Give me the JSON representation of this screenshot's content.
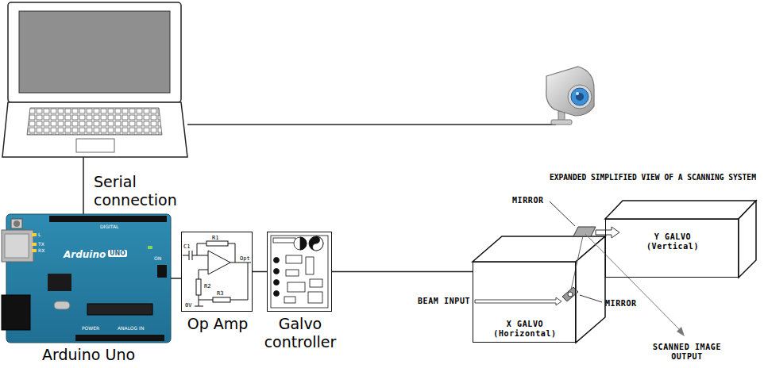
{
  "diagram": {
    "nodes": [
      {
        "text": [
          "Arduino Uno",
          "Arduino",
          "UNO",
          "DIGITAL",
          "POWER",
          "ANALOG IN",
          "TX",
          "RX",
          "L",
          "ON"
        ]
      },
      {
        "text": [
          "Op Amp",
          "R1",
          "C1",
          "R2",
          "R3",
          "Opt",
          "0V"
        ]
      },
      {
        "text": [
          "Galvo controller"
        ]
      },
      {
        "text": [
          "Y GALVO (Vertical)"
        ]
      },
      {
        "text": [
          "X GALVO (Horizontal)"
        ]
      }
    ],
    "edges": [
      {
        "from": 0,
        "to": 1,
        "arrow": "none"
      },
      {
        "from": 1,
        "to": 2,
        "arrow": "none"
      },
      {
        "from": 2,
        "to": 4,
        "arrow": "none"
      }
    ],
    "labels": [
      "Serial connection",
      "EXPANDED SIMPLIFIED VIEW OF A SCANNING SYSTEM",
      "MIRROR",
      "BEAM INPUT",
      "MIRROR",
      "SCANNED IMAGE OUTPUT"
    ]
  }
}
